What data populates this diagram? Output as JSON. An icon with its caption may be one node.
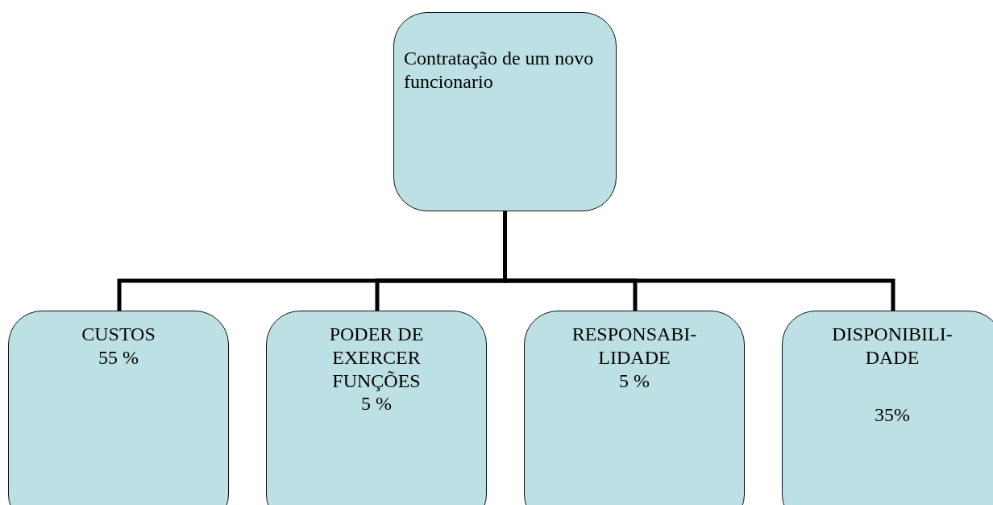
{
  "diagram": {
    "nodes": [
      {
        "text": [
          "Contratação de um novo funcionario"
        ]
      },
      {
        "text": [
          "CUSTOS",
          "55 %"
        ]
      },
      {
        "text": [
          "PODER DE EXERCER FUNÇÕES",
          "5 %"
        ]
      },
      {
        "text": [
          "RESPONSABI- LIDADE",
          "5 %"
        ]
      },
      {
        "text": [
          "DISPONIBILI- DADE",
          "35%"
        ]
      }
    ],
    "edges": [
      {
        "from": 0,
        "to": 1,
        "arrow": "none"
      },
      {
        "from": 0,
        "to": 2,
        "arrow": "none"
      },
      {
        "from": 0,
        "to": 3,
        "arrow": "none"
      },
      {
        "from": 0,
        "to": 4,
        "arrow": "none"
      }
    ]
  }
}
